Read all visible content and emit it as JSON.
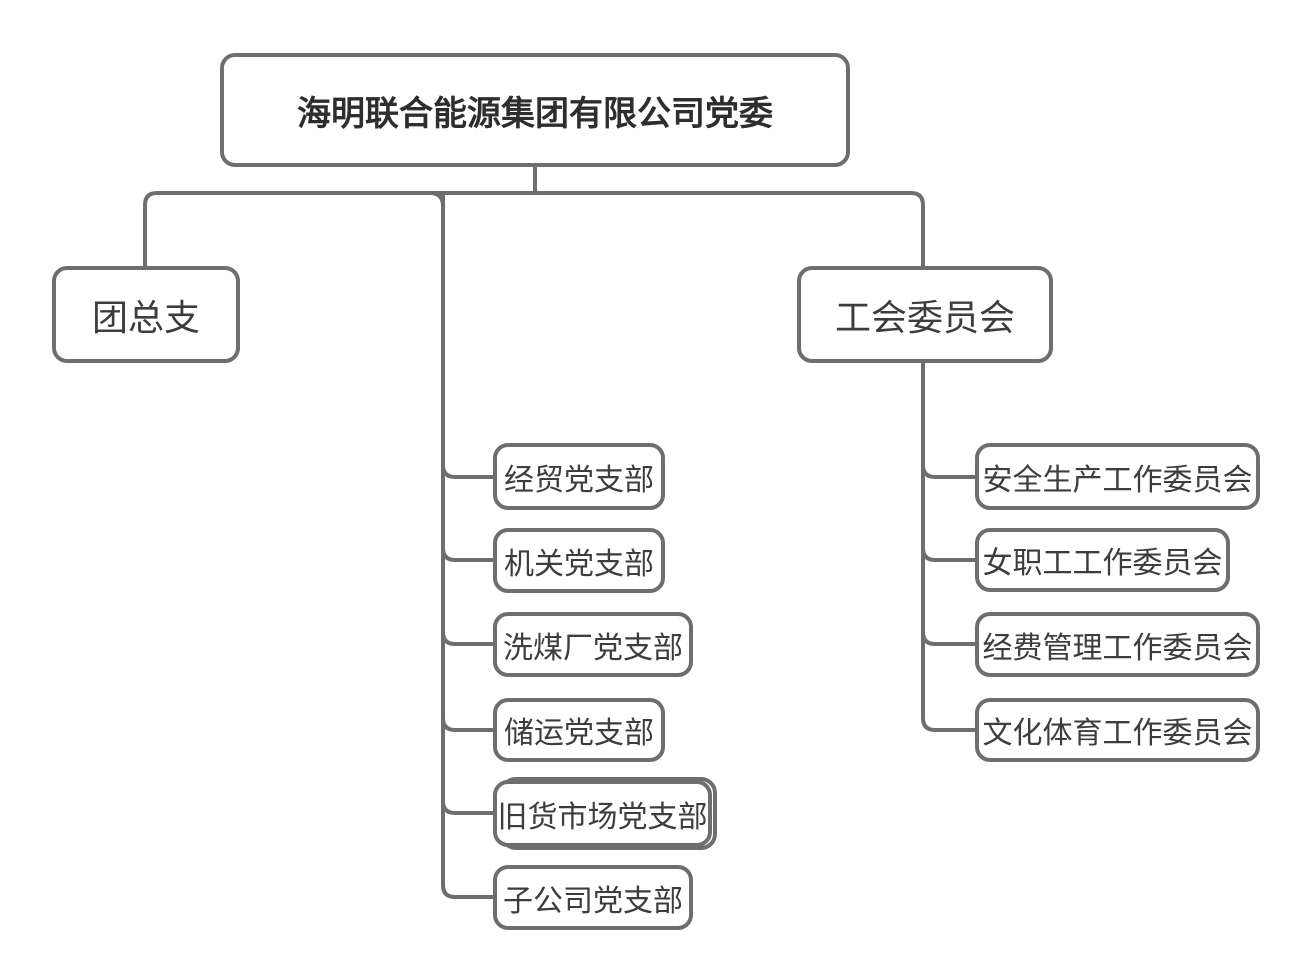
{
  "org": {
    "root_label": "海明联合能源集团有限公司党委",
    "youth_league_label": "团总支",
    "union_label": "工会委员会",
    "party_branches": [
      "经贸党支部",
      "机关党支部",
      "洗煤厂党支部",
      "储运党支部",
      "旧货市场党支部",
      "子公司党支部"
    ],
    "union_committees": [
      "安全生产工作委员会",
      "女职工工作委员会",
      "经费管理工作委员会",
      "文化体育工作委员会"
    ],
    "colors": {
      "line": "#6e6e6e",
      "box_border": "#6e6e6e",
      "box_fill": "#ffffff",
      "text": "#3d3d3d"
    }
  }
}
